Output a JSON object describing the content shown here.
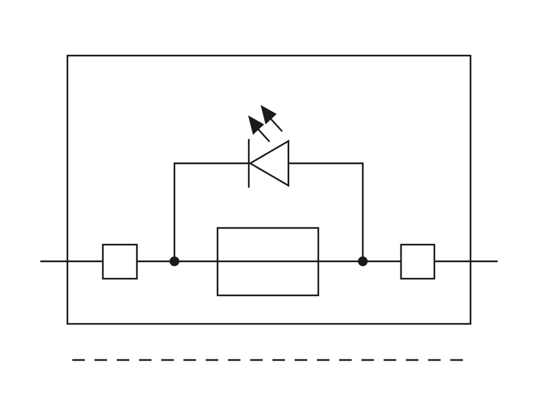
{
  "diagram": {
    "kind": "fuse terminal block with LED blown-fuse indicator",
    "components": [
      "housing",
      "terminal-left",
      "terminal-right",
      "fuse",
      "led",
      "junction-left",
      "junction-right",
      "separator"
    ],
    "colors": {
      "line": "#1a1a1a",
      "background": "#ffffff"
    }
  }
}
